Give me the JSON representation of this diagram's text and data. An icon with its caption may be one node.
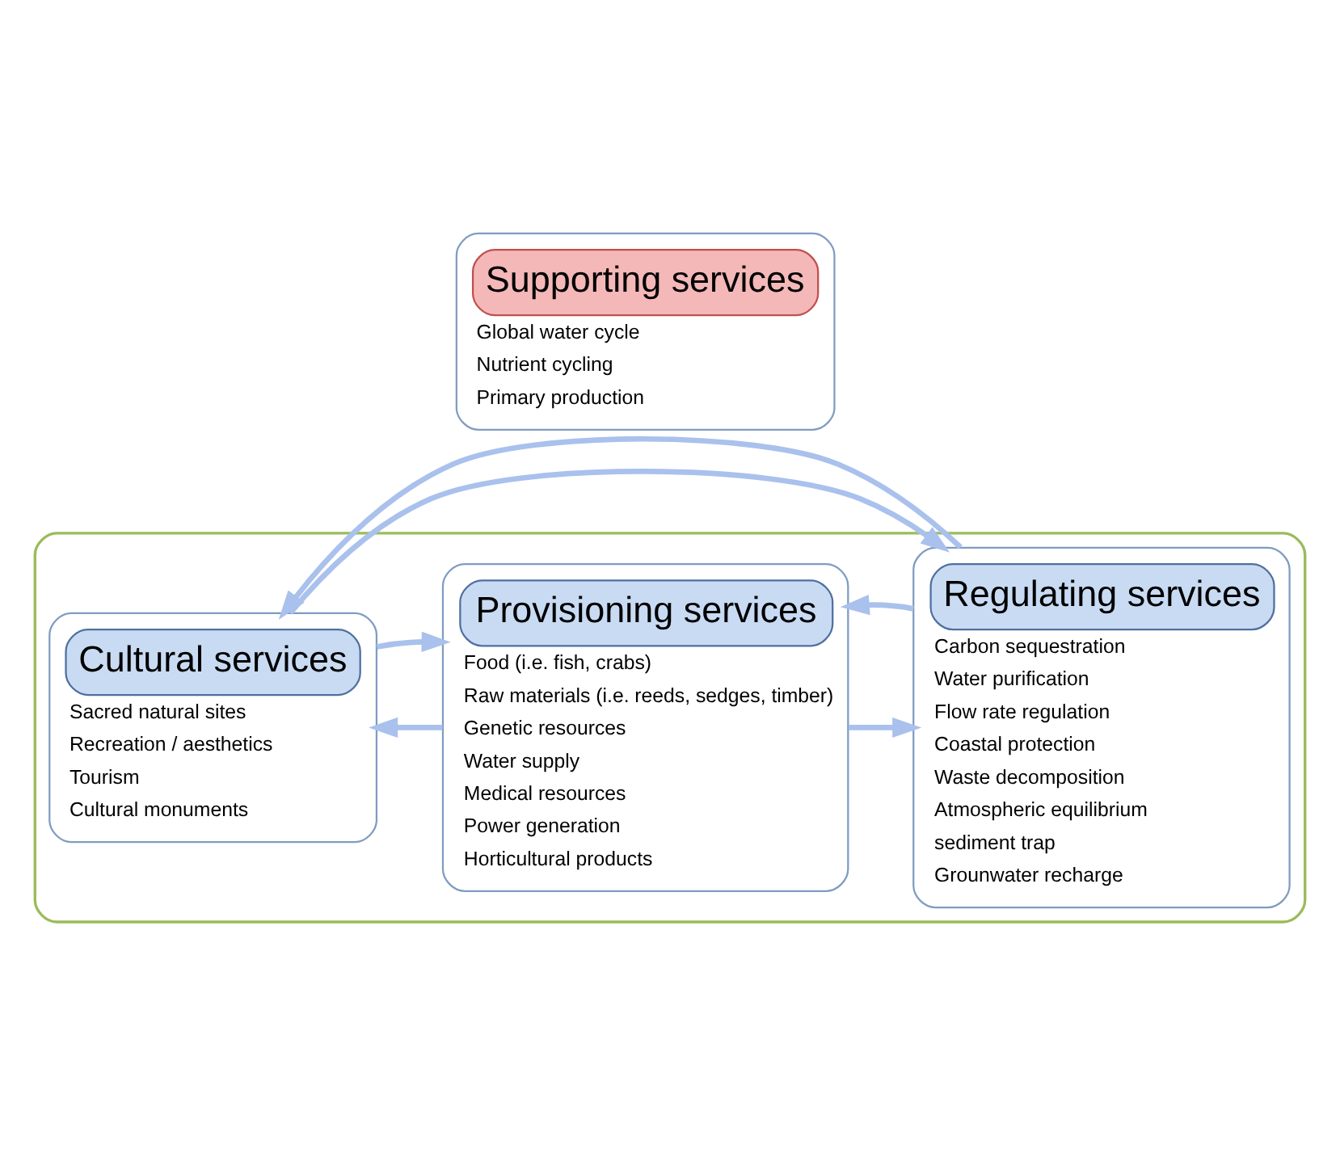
{
  "diagram": {
    "nodes": [
      {
        "text": [],
        "shape": "box"
      },
      {
        "text": [
          "Supporting services",
          "Global water cycle",
          "Nutrient cycling",
          "Primary production"
        ]
      },
      {
        "text": [
          "Cultural services",
          "Sacred natural sites",
          "Recreation / aesthetics",
          "Tourism",
          "Cultural monuments"
        ],
        "in": 0
      },
      {
        "text": [
          "Provisioning services",
          "Food (i.e. fish, crabs)",
          "Raw materials (i.e. reeds, sedges, timber)",
          "Genetic resources",
          "Water supply",
          "Medical resources",
          "Power generation",
          "Horticultural products"
        ],
        "in": 0
      },
      {
        "text": [
          "Regulating services",
          "Carbon sequestration",
          "Water purification",
          "Flow rate regulation",
          "Coastal protection",
          "Waste decomposition",
          "Atmospheric equilibrium",
          "sediment trap",
          "Grounwater recharge"
        ],
        "in": 0
      }
    ],
    "edges": [
      {
        "from": 2,
        "to": 4,
        "arrow": "to"
      },
      {
        "from": 3,
        "to": 2,
        "arrow": "to"
      },
      {
        "from": 3,
        "to": 4,
        "arrow": "to"
      },
      {
        "from": 2,
        "to": 3,
        "arrow": "to"
      },
      {
        "from": 4,
        "to": 3,
        "arrow": "to"
      },
      {
        "from": 4,
        "to": 2,
        "arrow": "to"
      }
    ]
  }
}
